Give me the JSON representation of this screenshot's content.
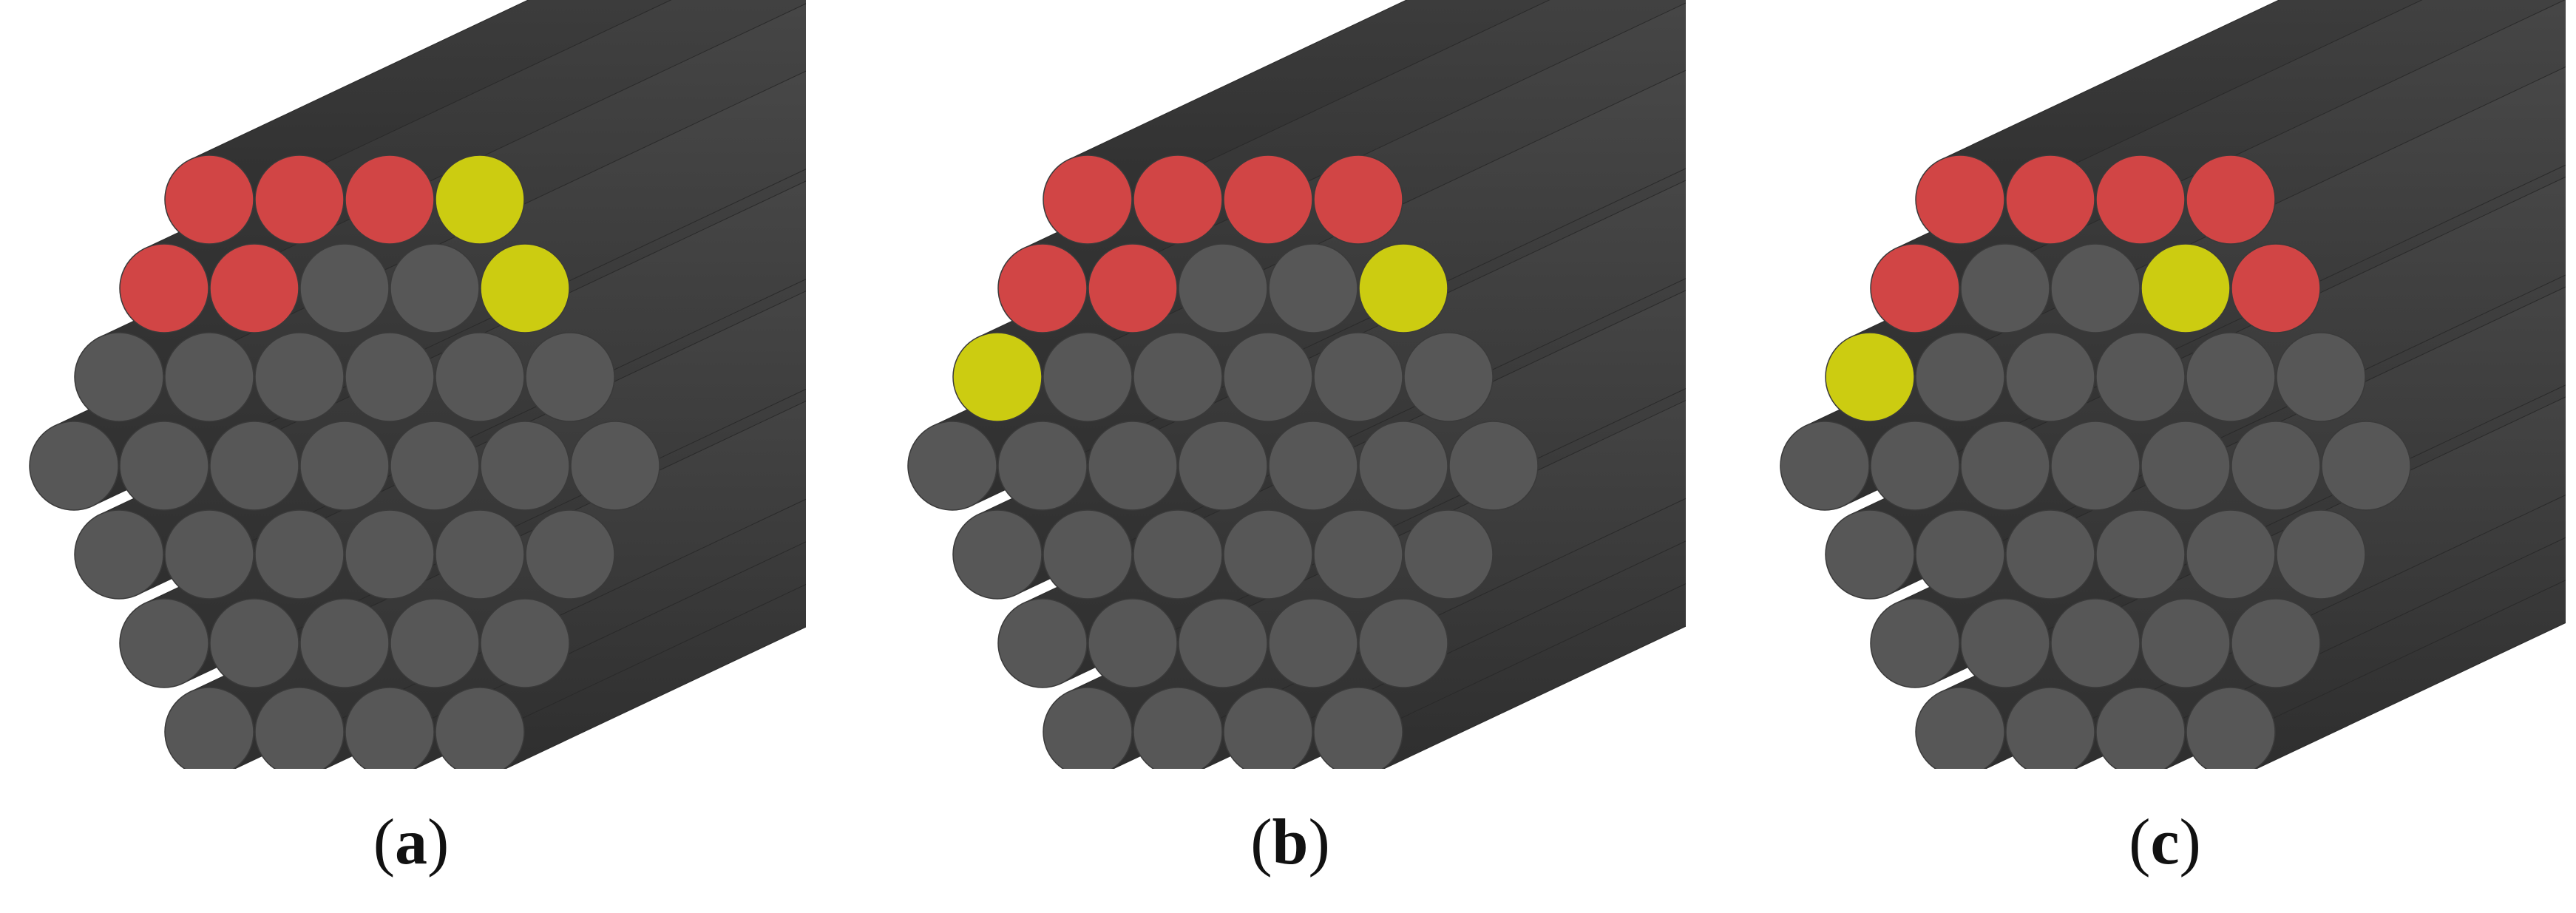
{
  "panels": [
    {
      "id": "a",
      "caption": "a",
      "rows": [
        [
          "r",
          "r",
          "r",
          "y"
        ],
        [
          "r",
          "r",
          "g",
          "g",
          "y"
        ],
        [
          "g",
          "g",
          "g",
          "g",
          "g",
          "g"
        ],
        [
          "g",
          "g",
          "g",
          "g",
          "g",
          "g",
          "g"
        ],
        [
          "g",
          "g",
          "g",
          "g",
          "g",
          "g"
        ],
        [
          "g",
          "g",
          "g",
          "g",
          "g"
        ],
        [
          "g",
          "g",
          "g",
          "g"
        ]
      ]
    },
    {
      "id": "b",
      "caption": "b",
      "rows": [
        [
          "r",
          "r",
          "r",
          "r"
        ],
        [
          "r",
          "r",
          "g",
          "g",
          "y"
        ],
        [
          "y",
          "g",
          "g",
          "g",
          "g",
          "g"
        ],
        [
          "g",
          "g",
          "g",
          "g",
          "g",
          "g",
          "g"
        ],
        [
          "g",
          "g",
          "g",
          "g",
          "g",
          "g"
        ],
        [
          "g",
          "g",
          "g",
          "g",
          "g"
        ],
        [
          "g",
          "g",
          "g",
          "g"
        ]
      ]
    },
    {
      "id": "c",
      "caption": "c",
      "rows": [
        [
          "r",
          "r",
          "r",
          "r"
        ],
        [
          "r",
          "g",
          "g",
          "y",
          "r"
        ],
        [
          "y",
          "g",
          "g",
          "g",
          "g",
          "g"
        ],
        [
          "g",
          "g",
          "g",
          "g",
          "g",
          "g",
          "g"
        ],
        [
          "g",
          "g",
          "g",
          "g",
          "g",
          "g"
        ],
        [
          "g",
          "g",
          "g",
          "g",
          "g"
        ],
        [
          "g",
          "g",
          "g",
          "g"
        ]
      ]
    }
  ],
  "colors": {
    "r": "#d14545",
    "y": "#cccc11",
    "g": "#575757",
    "rod_dark": "#343434",
    "rod_light": "#5e5e5e",
    "rod_mid": "#464646"
  }
}
